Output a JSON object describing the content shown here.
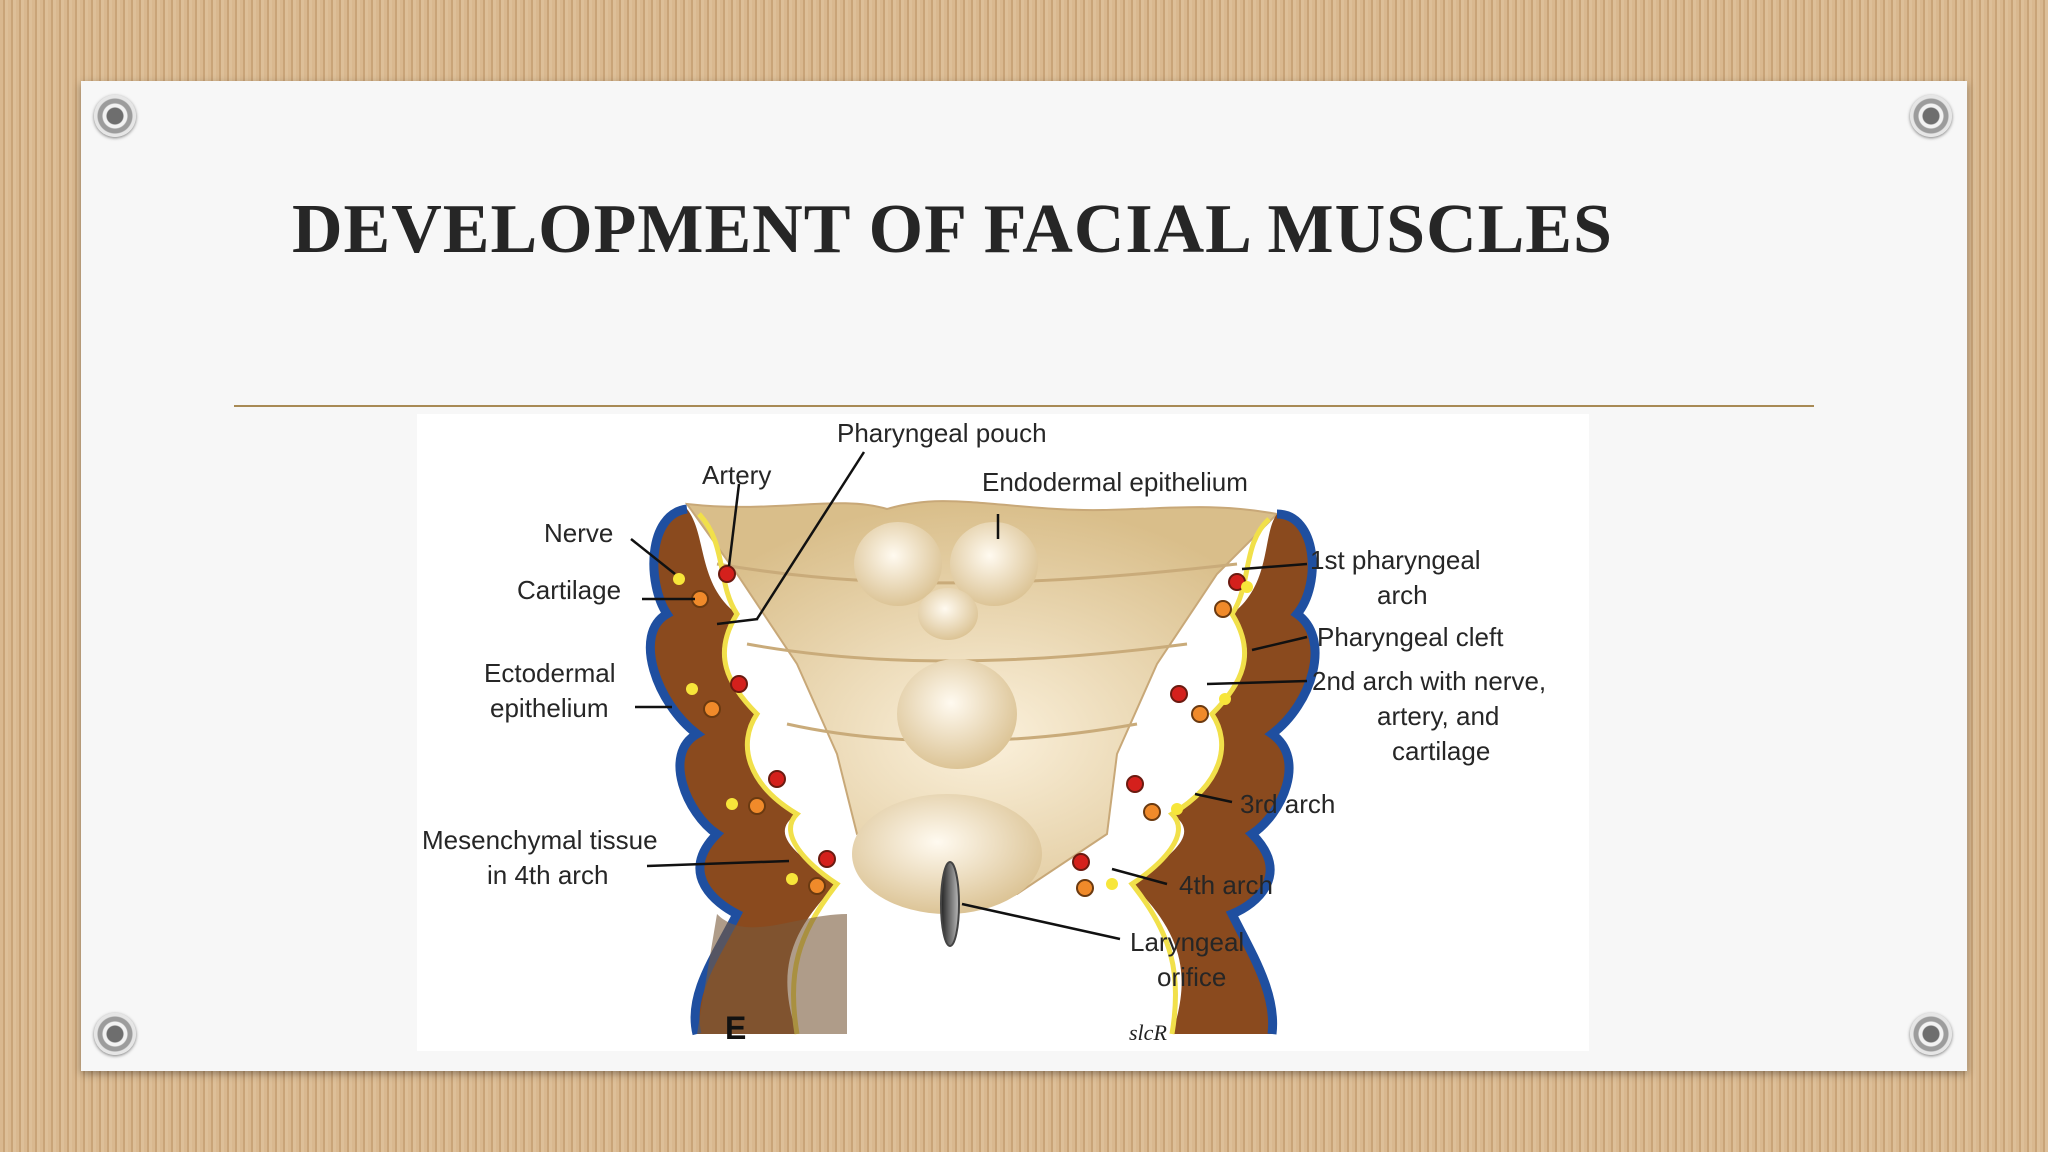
{
  "slide": {
    "title": "DEVELOPMENT OF FACIAL MUSCLES"
  },
  "diagram": {
    "labels": {
      "pharyngeal_pouch": "Pharyngeal pouch",
      "artery": "Artery",
      "endodermal_epithelium": "Endodermal epithelium",
      "nerve": "Nerve",
      "cartilage": "Cartilage",
      "ectodermal_1": "Ectodermal",
      "ectodermal_2": "epithelium",
      "mesenchymal_1": "Mesenchymal tissue",
      "mesenchymal_2": "in 4th arch",
      "first_arch_1": "1st pharyngeal",
      "first_arch_2": "arch",
      "pharyngeal_cleft": "Pharyngeal cleft",
      "second_arch_1": "2nd arch with nerve,",
      "second_arch_2": "artery, and",
      "second_arch_3": "cartilage",
      "third_arch": "3rd arch",
      "fourth_arch": "4th arch",
      "laryngeal_1": "Laryngeal",
      "laryngeal_2": "orifice",
      "panel_letter": "E",
      "signature": "slcR"
    },
    "colors": {
      "arch_brown": "#8a4a1e",
      "floor_tan": "#e8d2a6",
      "ectoderm_blue": "#1f4fa0",
      "endoderm_yellow": "#f1e04a",
      "artery_red": "#d4201c",
      "cartilage_orange": "#f08a2a",
      "nerve_yellow": "#f7e63a"
    }
  }
}
